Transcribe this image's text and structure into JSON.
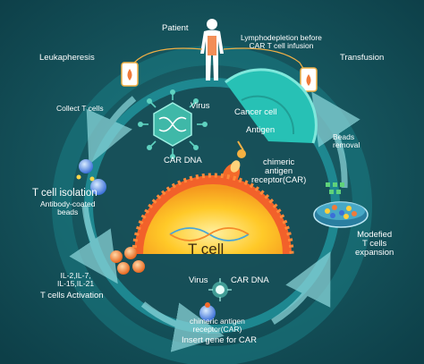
{
  "labels": {
    "patient": "Patient",
    "lymphodepletion_1": "Lymphodepletion before",
    "lymphodepletion_2": "CAR T cell infusion",
    "transfusion": "Transfusion",
    "leukapheresis": "Leukapheresis",
    "collect": "Collect T cells",
    "virus_top": "Virus",
    "car_dna_top": "CAR DNA",
    "cancer_cell": "Cancer cell",
    "antigen": "Antigen",
    "car_1": "chimeric",
    "car_2": "antigen",
    "car_3": "receptor(CAR)",
    "beads_1": "Beads",
    "beads_2": "removal",
    "isolation": "T cell isolation",
    "antibody_1": "Antibody-coated",
    "antibody_2": "beads",
    "t_cell": "T cell",
    "modified_1": "Modefied",
    "modified_2": "T cells",
    "modified_3": "expansion",
    "il_1": "IL-2,IL-7,",
    "il_2": "IL-15,IL-21",
    "activation": "T cells Activation",
    "virus_bottom": "Virus",
    "car_dna_bottom": "CAR DNA",
    "car_bottom_1": "chimeric antigen",
    "car_bottom_2": "receptor(CAR)",
    "insert": "Insert gene for CAR"
  },
  "colors": {
    "background": "#15505a",
    "ring": "#1c8a94",
    "arrow": "#8fd9dd",
    "cancer": "#27c1b5",
    "t_cell_core": "#ffc928",
    "t_cell_edge": "#f2612a",
    "virus": "#5fd2c0",
    "orange": "#f08a24",
    "accent_blue": "#3a8fe0"
  }
}
